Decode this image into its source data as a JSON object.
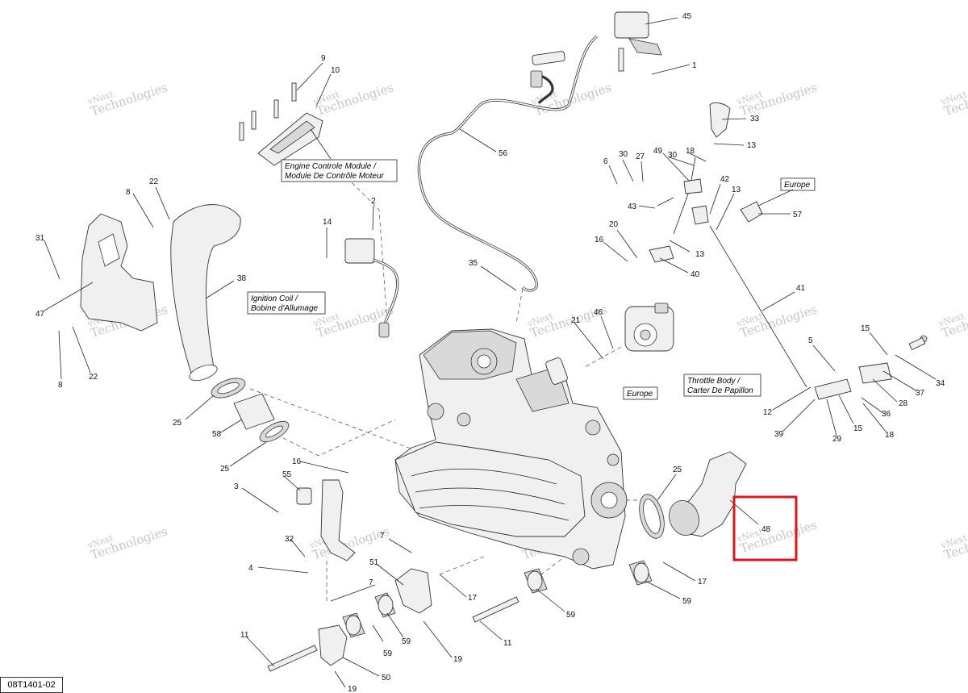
{
  "diagram": {
    "drawing_code": "08T1401-02",
    "watermark_line1": "vNext",
    "watermark_line2": "Technologies",
    "watermark_inline": "vNext Technologies",
    "captions": {
      "ecm_line1": "Engine Controle Module /",
      "ecm_line2": "Module De Contrôle Moteur",
      "ignition_line1": "Ignition Coil /",
      "ignition_line2": "Bobine d'Allumage",
      "throttle_line1": "Throttle Body /",
      "throttle_line2": "Carter De Papillon",
      "europe_a": "Europe",
      "europe_b": "Europe"
    },
    "callouts": {
      "c45": "45",
      "c1": "1",
      "c9": "9",
      "c10": "10",
      "c33": "33",
      "c13a": "13",
      "c56": "56",
      "c30a": "30",
      "c27": "27",
      "c49": "49",
      "c18a": "18",
      "c30b": "30",
      "c6": "6",
      "c43": "43",
      "c42": "42",
      "c13b": "13",
      "c57": "57",
      "c8a": "8",
      "c22a": "22",
      "c2": "2",
      "c14": "14",
      "c31": "31",
      "c20": "20",
      "c16a": "16",
      "c13c": "13",
      "c40": "40",
      "c35": "35",
      "c38": "38",
      "c47": "47",
      "c41": "41",
      "c46": "46",
      "c21": "21",
      "c8b": "8",
      "c22b": "22",
      "c5": "5",
      "c15a": "15",
      "c34": "34",
      "c37": "37",
      "c28": "28",
      "c36": "36",
      "c12": "12",
      "c15b": "15",
      "c18b": "18",
      "c39": "39",
      "c29": "29",
      "c25a": "25",
      "c58": "58",
      "c25b": "25",
      "c16b": "16",
      "c25c": "25",
      "c3": "3",
      "c55": "55",
      "c48": "48",
      "c32": "32",
      "c7a": "7",
      "c4": "4",
      "c51": "51",
      "c17a": "17",
      "c7b": "7",
      "c17b": "17",
      "c59a": "59",
      "c59b": "59",
      "c59c": "59",
      "c59d": "59",
      "c11a": "11",
      "c11b": "11",
      "c19a": "19",
      "c50": "50",
      "c19b": "19"
    }
  }
}
